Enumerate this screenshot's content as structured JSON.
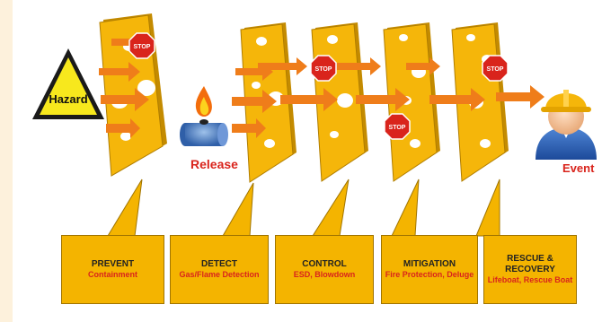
{
  "hazard_label": "Hazard",
  "release_label": "Release",
  "event_label": "Event",
  "stop_sign_text": "STOP",
  "barriers": [
    {
      "title": "PREVENT",
      "subtitle": "Containment"
    },
    {
      "title": "DETECT",
      "subtitle": "Gas/Flame Detection"
    },
    {
      "title": "CONTROL",
      "subtitle": "ESD, Blowdown"
    },
    {
      "title": "MITIGATION",
      "subtitle": "Fire Protection, Deluge"
    },
    {
      "title": "RESCUE & RECOVERY",
      "subtitle": "Lifeboat, Rescue Boat"
    }
  ],
  "colors": {
    "slice": "#f5b60a",
    "arrow": "#ef7d1a",
    "stop": "#d9241c",
    "label_red": "#d9241c",
    "callout": "#f4b400"
  }
}
